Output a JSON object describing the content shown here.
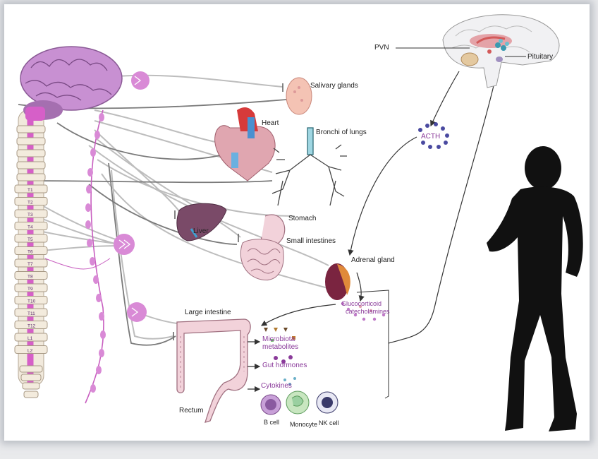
{
  "labels": {
    "pvn": "PVN",
    "pituitary": "Pituitary",
    "acth": "ACTH",
    "salivary": "Salivary glands",
    "heart": "Heart",
    "bronchi": "Bronchi of lungs",
    "liver": "Liver",
    "stomach": "Stomach",
    "small_intestines": "Small intestines",
    "adrenal": "Adrenal gland",
    "glucocorticoid": "Glucocorticoid",
    "catecholamines": "catecholamines",
    "large_intestine": "Large intestine",
    "microbiota_1": "Microbiota",
    "microbiota_2": "metabolites",
    "gut_hormones": "Gut hormones",
    "cytokines": "Cytokines",
    "rectum": "Rectum",
    "b_cell": "B cell",
    "monocyte": "Monocyte",
    "nk_cell": "NK cell",
    "vertebrae": [
      "T1",
      "T2",
      "T3",
      "T4",
      "T5",
      "T6",
      "T7",
      "T8",
      "T9",
      "T10",
      "T11",
      "T12",
      "L1",
      "L2"
    ]
  },
  "colors": {
    "brain": "#c890d2",
    "spine": "#d65fc8",
    "ganglion": "#d98ad6",
    "nerve": "#b8b8b8",
    "silhouette": "#111111",
    "heart": "#e0a6b0",
    "liver": "#7a4a68",
    "intestine": "#f2d2da",
    "adrenal": "#7a2440",
    "label_purple": "#8a3a9a"
  },
  "icons": [
    "brain-icon",
    "spinal-cord-icon",
    "salivary-gland-icon",
    "heart-icon",
    "lungs-icon",
    "liver-icon",
    "stomach-icon",
    "small-intestine-icon",
    "adrenal-gland-icon",
    "large-intestine-icon",
    "brain-section-icon",
    "runner-silhouette-icon",
    "b-cell-icon",
    "monocyte-icon",
    "nk-cell-icon"
  ]
}
